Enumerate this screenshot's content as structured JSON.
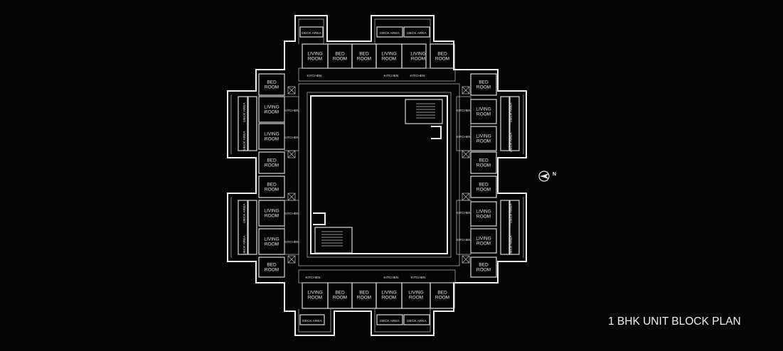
{
  "title": "1 BHK UNIT BLOCK PLAN",
  "north_label": "N",
  "room_labels": {
    "deck_area": "DECK AREA",
    "living_room": [
      "LIVING",
      "ROOM"
    ],
    "bed_room": [
      "BED",
      "ROOM"
    ],
    "kitchen": "KITCHEN"
  },
  "colors": {
    "background": "#050505",
    "linework": "#d9d9d9",
    "text": "#e8e8e8"
  }
}
